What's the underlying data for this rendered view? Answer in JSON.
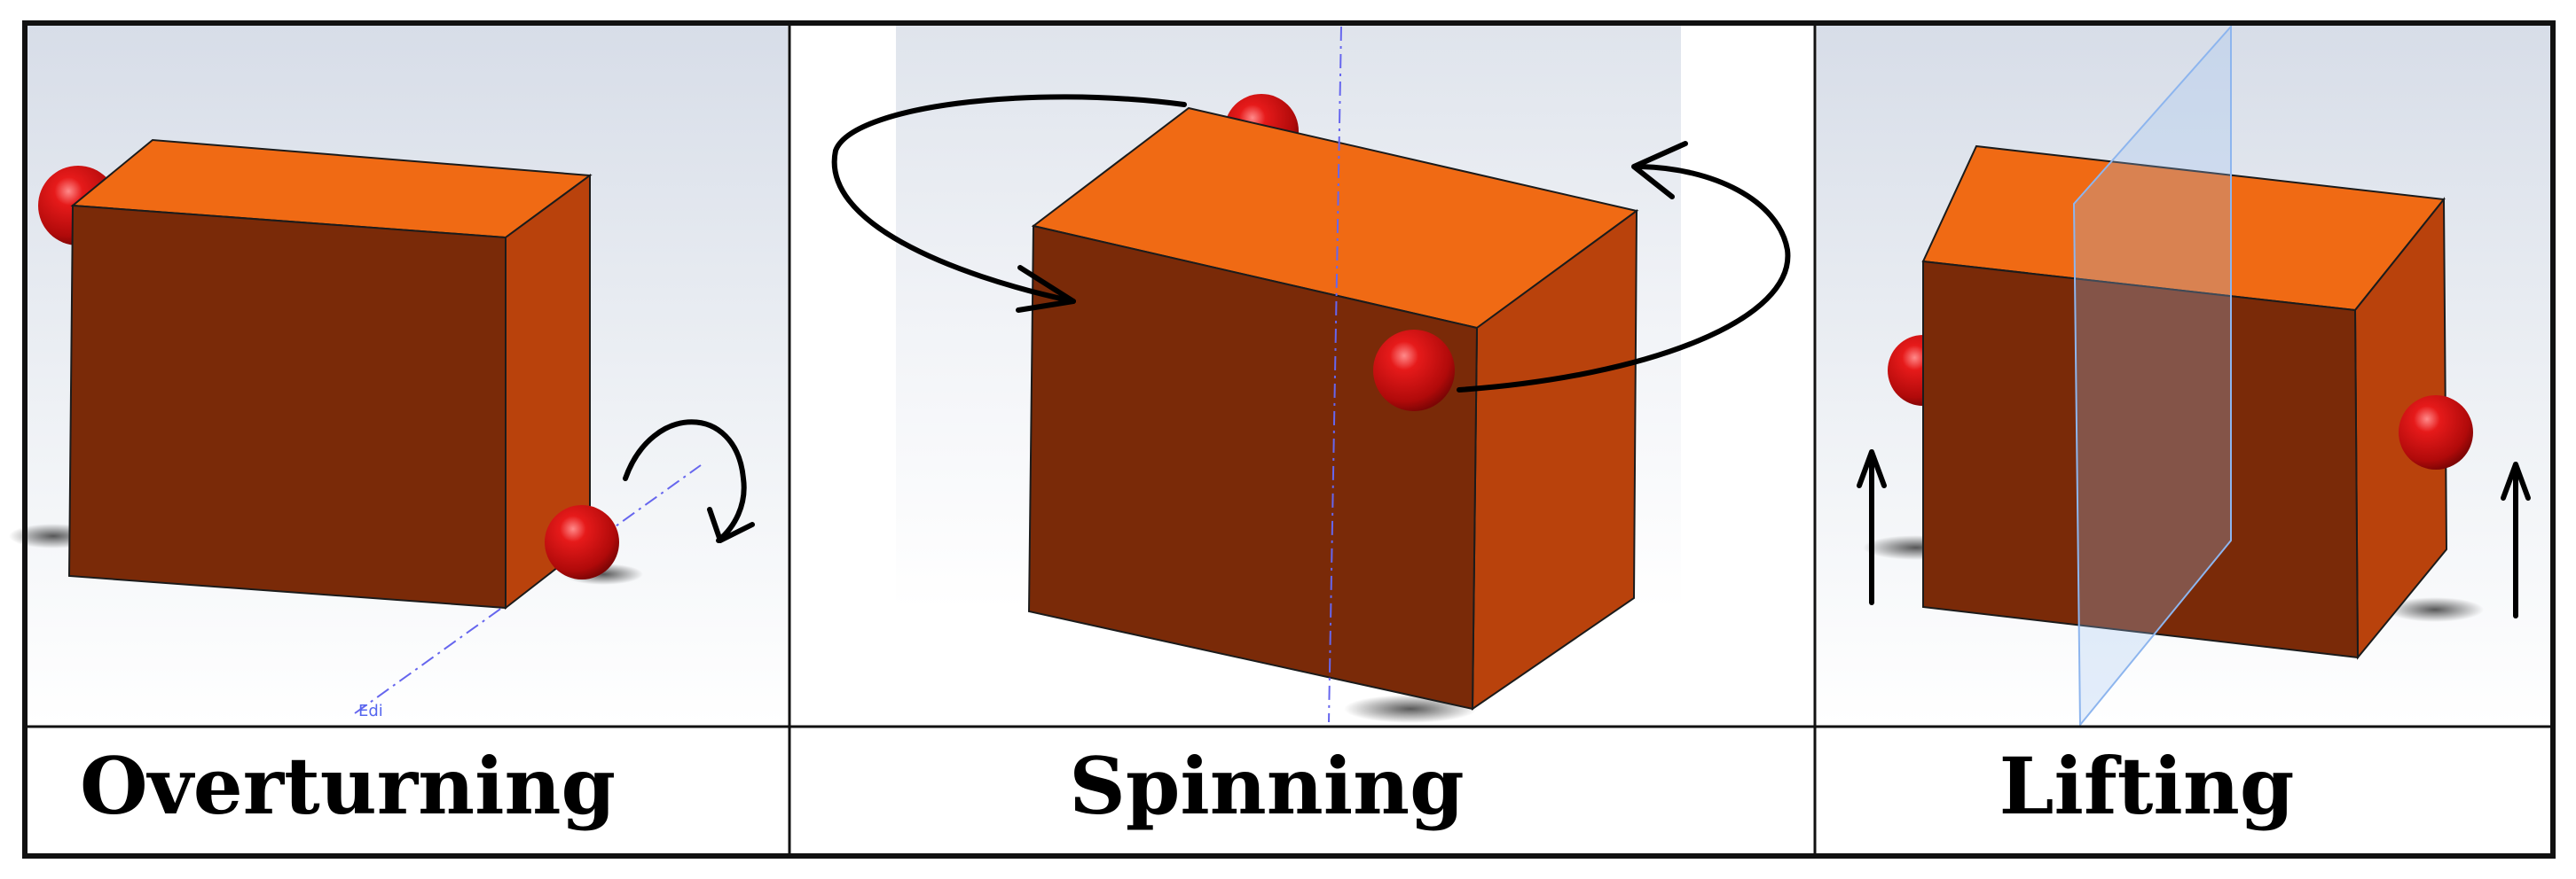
{
  "panels": [
    {
      "caption": "Overturning",
      "axis_label": "Edi"
    },
    {
      "caption": "Spinning"
    },
    {
      "caption": "Lifting"
    }
  ],
  "colors": {
    "box_top": "#f06a14",
    "box_front": "#7a2a08",
    "box_side": "#b9420c",
    "ball": "#d40f0f",
    "axis": "#6666ee",
    "plane": "#9fc3f2",
    "frame": "#111111"
  }
}
